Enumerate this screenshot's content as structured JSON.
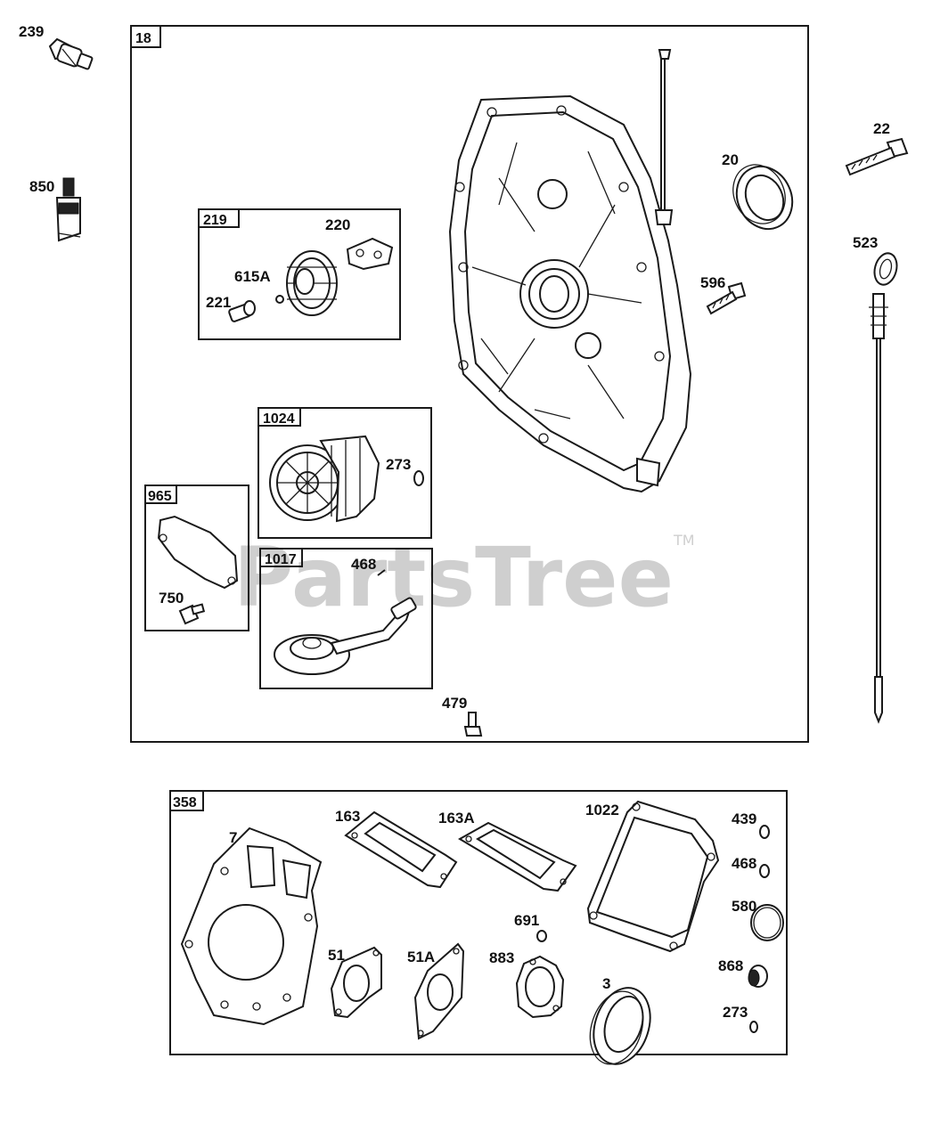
{
  "watermark": {
    "text": "PartsTree",
    "tm": "TM"
  },
  "boxes": {
    "main": "18",
    "b219": "219",
    "b1024": "1024",
    "b965": "965",
    "b1017": "1017",
    "b358": "358"
  },
  "labels": {
    "p239": "239",
    "p850": "850",
    "p22": "22",
    "p20": "20",
    "p523": "523",
    "p596": "596",
    "p220": "220",
    "p615A": "615A",
    "p221": "221",
    "p273a": "273",
    "p468a": "468",
    "p750": "750",
    "p479": "479",
    "p7": "7",
    "p163": "163",
    "p163A": "163A",
    "p1022": "1022",
    "p439": "439",
    "p468b": "468",
    "p580": "580",
    "p691": "691",
    "p51": "51",
    "p51A": "51A",
    "p883": "883",
    "p3": "3",
    "p868": "868",
    "p273b": "273"
  }
}
